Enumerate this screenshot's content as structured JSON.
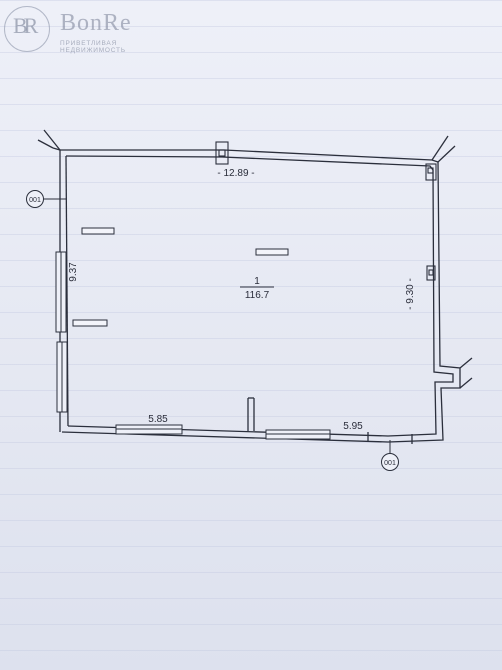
{
  "watermark": {
    "monogram": "BR",
    "brand": "BonRe",
    "tagline": "приветливая недвижимость"
  },
  "plan": {
    "room_number": "1",
    "room_area": "116.7",
    "dim_top": "- 12.89 -",
    "dim_left": "9.37",
    "dim_right": "- 9.30 -",
    "dim_bottom_left": "5.85",
    "dim_bottom_right": "5.95",
    "section_mark_left": "001",
    "section_mark_bottom": "001"
  }
}
